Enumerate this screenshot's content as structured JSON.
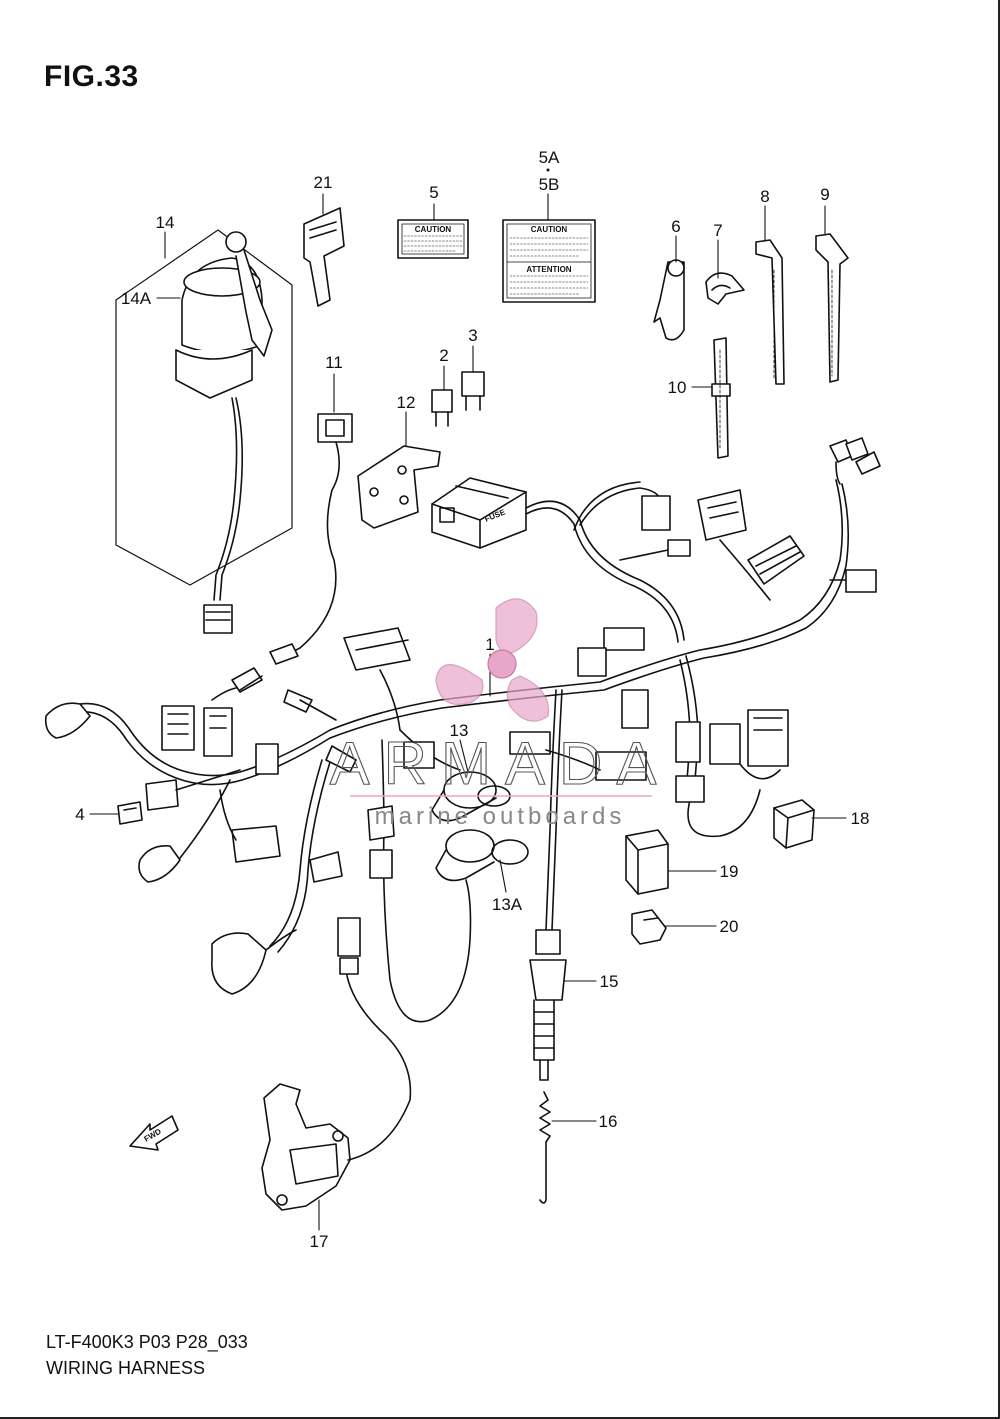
{
  "figure": {
    "title": "FIG.33",
    "model_code": "LT-F400K3 P03 P28_033",
    "name": "WIRING HARNESS"
  },
  "watermark": {
    "brand": "ARMADA",
    "tagline": "marine outboards",
    "accent_color": "#e8a6c9"
  },
  "labels": {
    "caution": "CAUTION",
    "attention": "ATTENTION",
    "fuse": "FUSE",
    "fwd": "FWD"
  },
  "callouts": {
    "c1": "1",
    "c2": "2",
    "c3": "3",
    "c4": "4",
    "c5": "5",
    "c5a": "5A",
    "c5b": "5B",
    "c6": "6",
    "c7": "7",
    "c8": "8",
    "c9": "9",
    "c10": "10",
    "c11": "11",
    "c12": "12",
    "c13": "13",
    "c13a": "13A",
    "c14": "14",
    "c14a": "14A",
    "c15": "15",
    "c16": "16",
    "c17": "17",
    "c18": "18",
    "c19": "19",
    "c20": "20",
    "c21": "21"
  }
}
